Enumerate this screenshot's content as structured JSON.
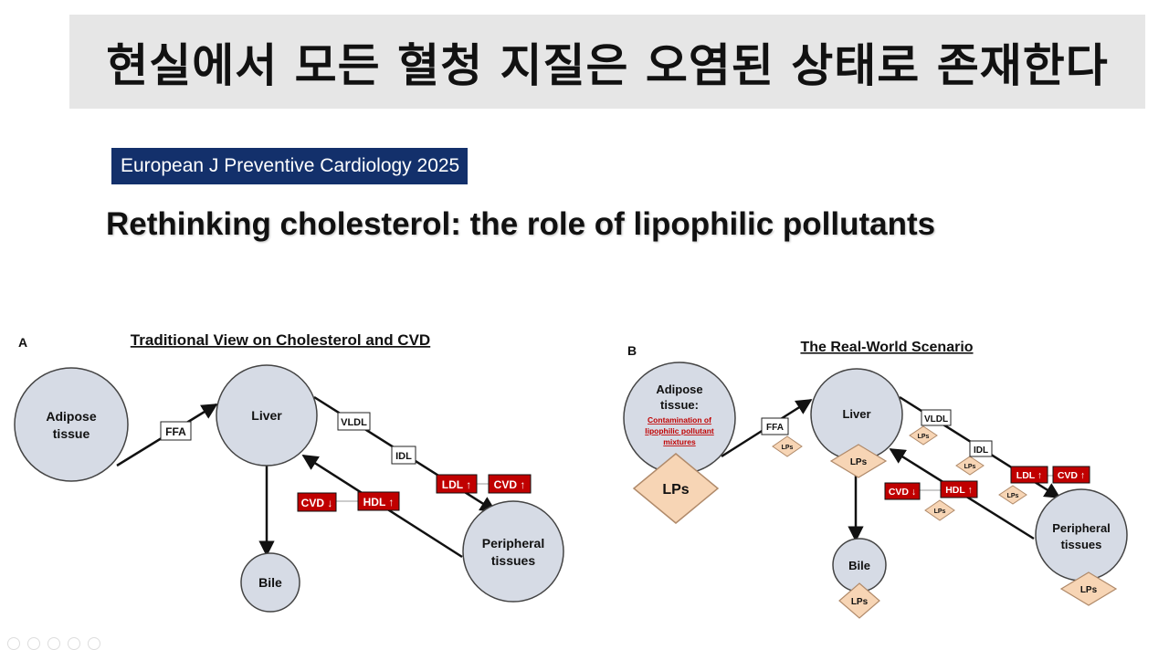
{
  "slide": {
    "title": "현실에서 모든 혈청 지질은 오염된 상태로 존재한다",
    "journal": "European J Preventive Cardiology 2025",
    "paper_title": "Rethinking cholesterol: the role of lipophilic pollutants"
  },
  "panel_a": {
    "letter": "A",
    "heading": "Traditional View on Cholesterol and CVD",
    "nodes": {
      "adipose": [
        "Adipose",
        "tissue"
      ],
      "liver": "Liver",
      "bile": "Bile",
      "peripheral": [
        "Peripheral",
        "tissues"
      ]
    },
    "labels": {
      "ffa": "FFA",
      "vldl": "VLDL",
      "idl": "IDL",
      "ldl": "LDL ↑",
      "cvd_up": "CVD ↑",
      "hdl": "HDL ↑",
      "cvd_down": "CVD ↓"
    }
  },
  "panel_b": {
    "letter": "B",
    "heading": "The Real-World Scenario",
    "nodes": {
      "adipose": [
        "Adipose",
        "tissue:"
      ],
      "contamination": [
        "Contamination of",
        "lipophilic pollutant",
        "mixtures"
      ],
      "liver": "Liver",
      "bile": "Bile",
      "peripheral": [
        "Peripheral",
        "tissues"
      ]
    },
    "labels": {
      "ffa": "FFA",
      "vldl": "VLDL",
      "idl": "IDL",
      "ldl": "LDL ↑",
      "cvd_up": "CVD ↑",
      "hdl": "HDL ↑",
      "cvd_down": "CVD ↓",
      "lps": "LPs"
    }
  },
  "colors": {
    "node_fill": "#d6dbe5",
    "node_stroke": "#444444",
    "red_box": "#c00000",
    "lps_fill": "#f7d5b5",
    "lps_stroke": "#b08a6a",
    "contamination_text": "#c00000",
    "journal_bg": "#13306b",
    "title_bg": "#e6e6e6"
  }
}
